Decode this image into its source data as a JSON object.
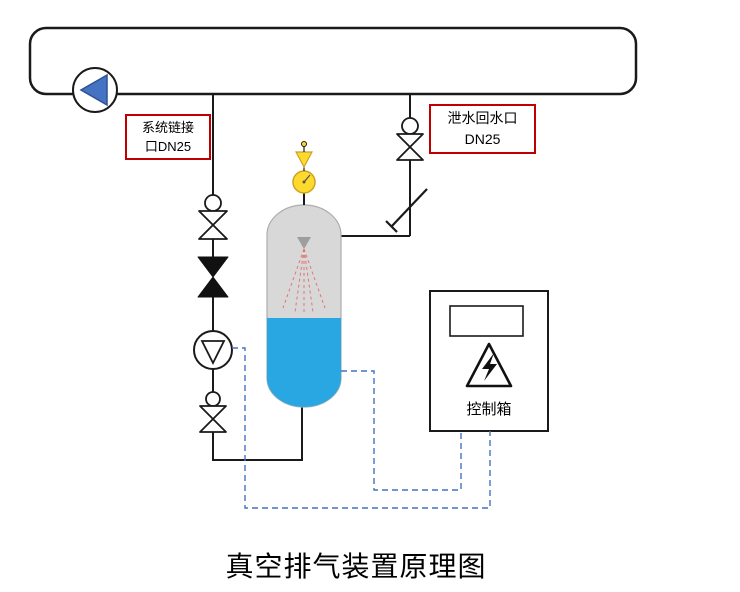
{
  "title": "真空排气装置原理图",
  "labels": {
    "system_connection": {
      "line1": "系统链接",
      "line2": "口DN25"
    },
    "drain_return": {
      "line1": "泄水回水口",
      "line2": "DN25"
    }
  },
  "control_box": {
    "label": "控制箱"
  },
  "icons": {
    "main_pump": "pump-icon",
    "vacuum_pump": "pump-icon",
    "isolation_valves": "gate-valve-icon",
    "check_valve": "check-valve-icon",
    "check_flap": "check-flap-icon",
    "pressure_gauge": "gauge-icon",
    "safety_valve": "funnel-valve-icon",
    "spray_nozzle": "spray-nozzle-icon",
    "warning": "high-voltage-triangle-icon"
  },
  "colors": {
    "pipe_outline": "#1a1a1a",
    "pump_triangle": "#4472C4",
    "tank_body": "#D8D8D8",
    "water": "#29A7E3",
    "gauge_yellow": "#FFD92B",
    "label_border": "#C00000",
    "wire_dashed": "#4472C4",
    "spray_red": "#E57373"
  }
}
